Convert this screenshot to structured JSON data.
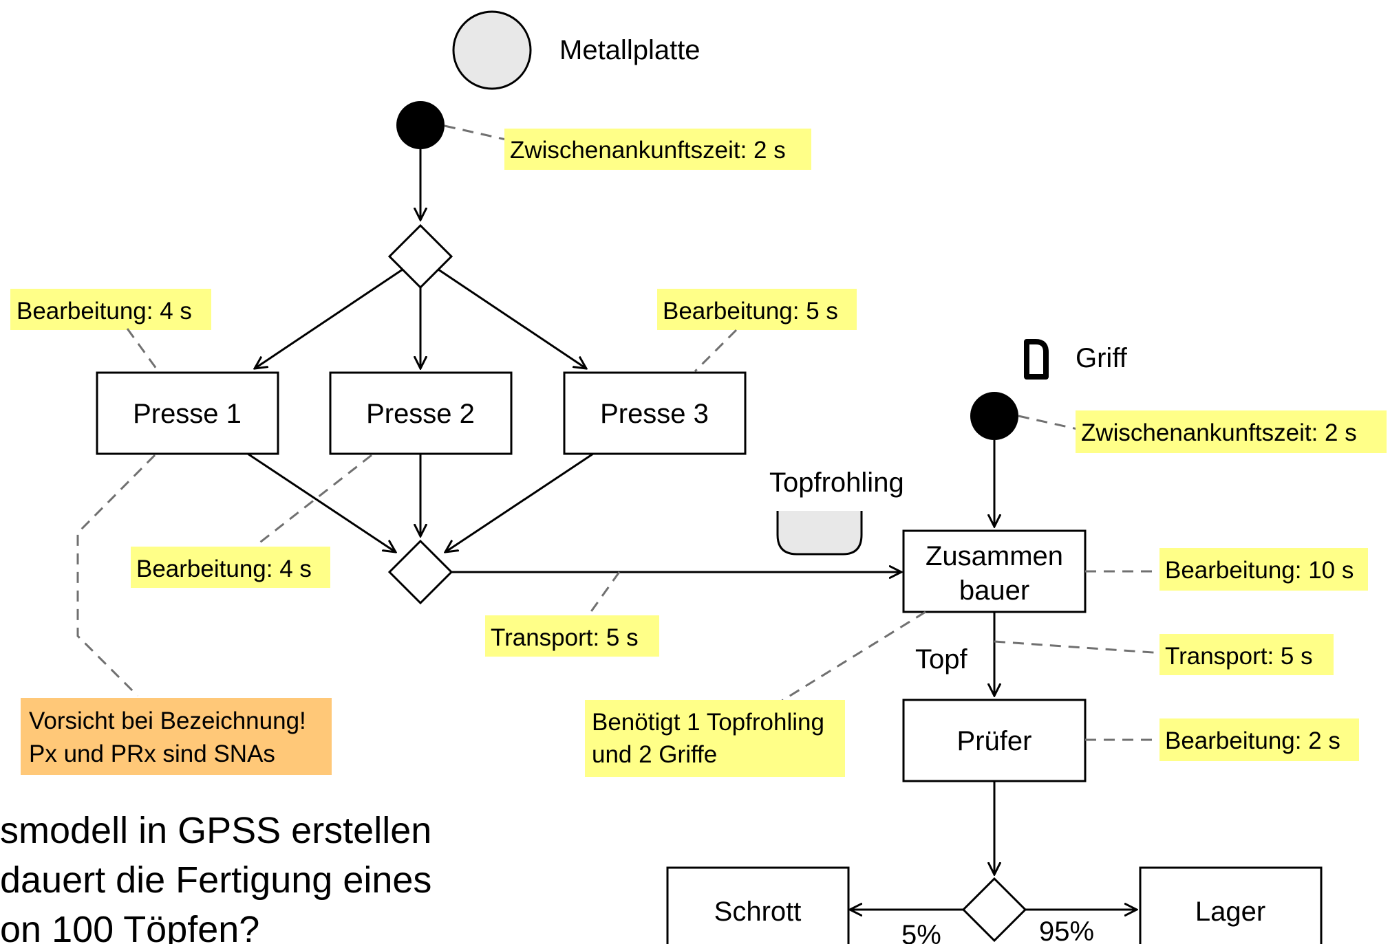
{
  "entities": {
    "metallplatte": "Metallplatte",
    "griff": "Griff",
    "topfrohling": "Topfrohling",
    "topf": "Topf"
  },
  "nodes": {
    "presse1": "Presse 1",
    "presse2": "Presse 2",
    "presse3": "Presse 3",
    "zusammenbauer_line1": "Zusammen",
    "zusammenbauer_line2": "bauer",
    "pruefer": "Prüfer",
    "schrott": "Schrott",
    "lager": "Lager"
  },
  "notes": {
    "zwischen1": "Zwischenankunftszeit: 2 s",
    "bearb_p1": "Bearbeitung: 4 s",
    "bearb_p3": "Bearbeitung: 5 s",
    "bearb_p2": "Bearbeitung: 4 s",
    "transport1": "Transport: 5 s",
    "zwischen2": "Zwischenankunftszeit: 2 s",
    "bearb_zus": "Bearbeitung: 10 s",
    "transport2": "Transport: 5 s",
    "benoetigt_line1": "Benötigt 1 Topfrohling",
    "benoetigt_line2": "und 2 Griffe",
    "bearb_pruef": "Bearbeitung: 2 s",
    "vorsicht_line1": "Vorsicht bei Bezeichnung!",
    "vorsicht_line2": "Px und PRx sind SNAs"
  },
  "branch": {
    "schrott_pct": "5%",
    "lager_pct": "95%"
  },
  "body_text": {
    "line1": "smodell in GPSS erstellen",
    "line2": "dauert die Fertigung eines",
    "line3": "on 100 Töpfen?"
  },
  "colors": {
    "note_yellow": "#ffff88",
    "note_orange": "#ffc878",
    "entity_fill": "#e8e8e8",
    "connector_gray": "#707070"
  }
}
